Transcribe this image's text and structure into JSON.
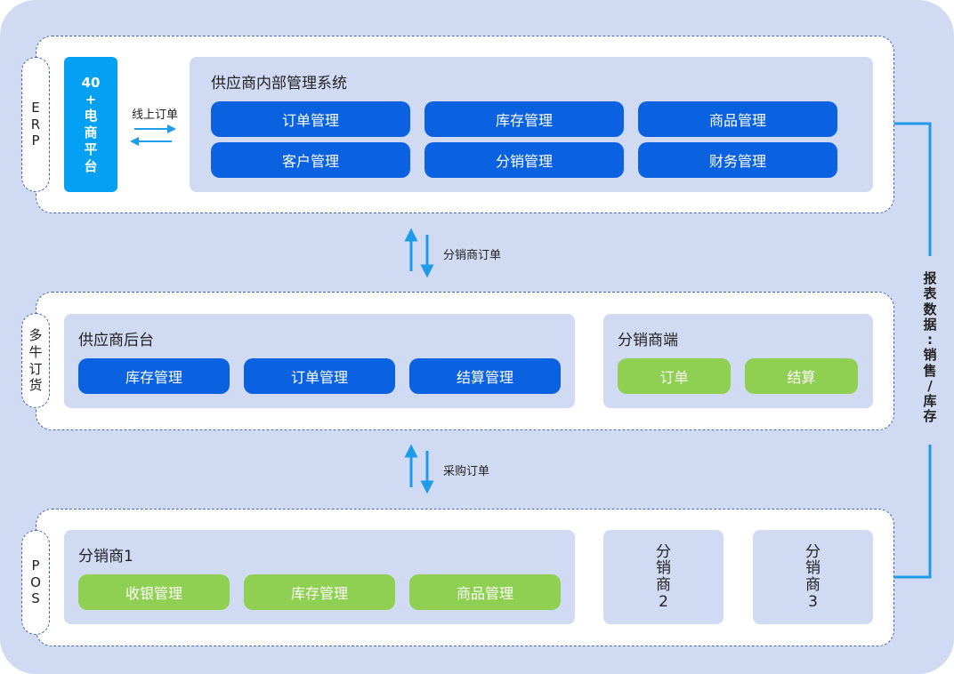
{
  "erp": {
    "tag": [
      "E",
      "R",
      "P"
    ],
    "platform": [
      "40",
      "+",
      "电",
      "商",
      "平",
      "台"
    ],
    "online_order": "线上订单",
    "system_title": "供应商内部管理系统",
    "buttons": [
      "订单管理",
      "库存管理",
      "商品管理",
      "客户管理",
      "分销管理",
      "财务管理"
    ]
  },
  "flow1": {
    "label": "分销商订单"
  },
  "duoniu": {
    "tag": [
      "多",
      "牛",
      "订",
      "货"
    ],
    "backend_title": "供应商后台",
    "backend_buttons": [
      "库存管理",
      "订单管理",
      "结算管理"
    ],
    "distributor_title": "分销商端",
    "distributor_buttons": [
      "订单",
      "结算"
    ]
  },
  "flow2": {
    "label": "采购订单"
  },
  "pos": {
    "tag": [
      "P",
      "O",
      "S"
    ],
    "distributor1_title": "分销商1",
    "distributor1_buttons": [
      "收银管理",
      "库存管理",
      "商品管理"
    ],
    "distributor2": [
      "分",
      "销",
      "商",
      "2"
    ],
    "distributor3": [
      "分",
      "销",
      "商",
      "3"
    ]
  },
  "side": {
    "label": [
      "报",
      "表",
      "数",
      "据",
      ":",
      "销",
      "售",
      "/",
      "库",
      "存"
    ]
  },
  "colors": {
    "background": "#d1daf3",
    "primary_blue": "#0b62e1",
    "platform_blue": "#04a0f3",
    "green": "#8fcf51",
    "arrow": "#1e9be9"
  }
}
